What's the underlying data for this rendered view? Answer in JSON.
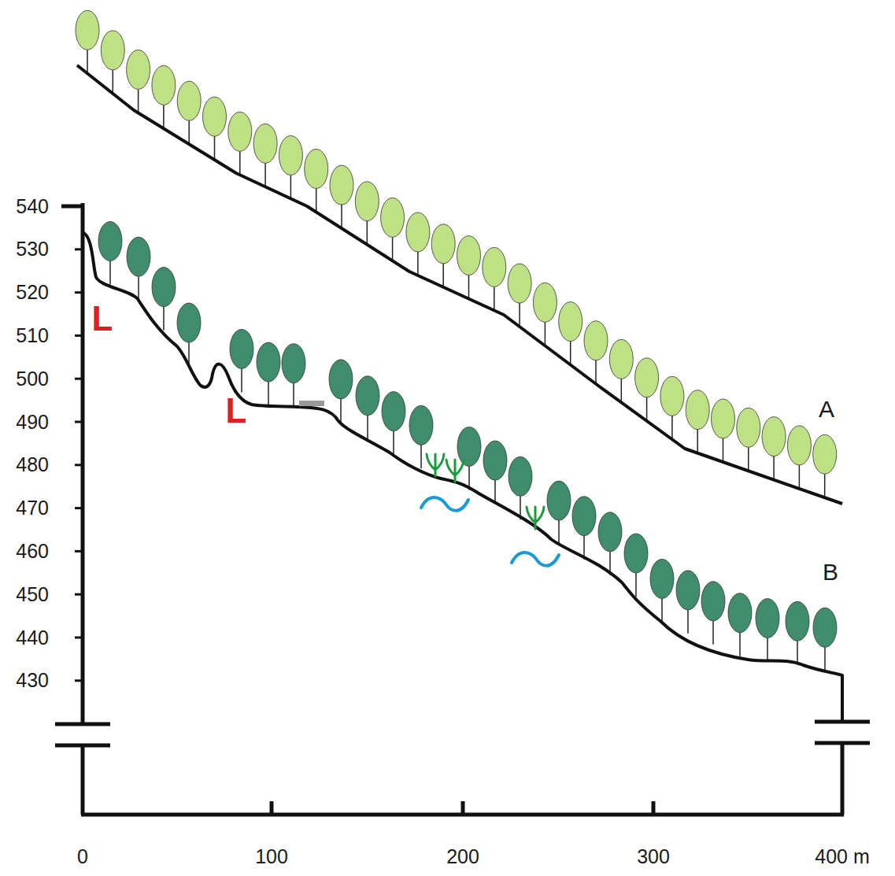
{
  "diagram": {
    "labels": [
      "540",
      "530",
      "520",
      "510",
      "500",
      "490",
      "480",
      "470",
      "460",
      "450",
      "440",
      "430",
      "0",
      "100",
      "200",
      "300",
      "400 m",
      "L",
      "L",
      "A",
      "B"
    ]
  }
}
